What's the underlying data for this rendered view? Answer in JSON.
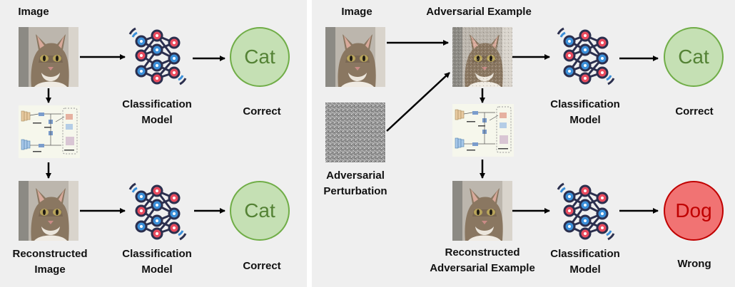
{
  "colors": {
    "panel_bg": "#efefef",
    "correct_fill": "#c5e0b4",
    "correct_stroke": "#70ad47",
    "correct_text": "#548235",
    "wrong_fill": "#f17373",
    "wrong_stroke": "#c00000",
    "wrong_text": "#c00000",
    "node_red": "#e94b5e",
    "node_blue": "#3b8fd9",
    "edge": "#2b2f4e"
  },
  "left": {
    "image_label": "Image",
    "model_top": [
      "Classification",
      "Model"
    ],
    "result_top": {
      "text": "Cat",
      "status": "Correct"
    },
    "recon_label": [
      "Reconstructed",
      "Image"
    ],
    "model_bottom": [
      "Classification",
      "Model"
    ],
    "result_bottom": {
      "text": "Cat",
      "status": "Correct"
    }
  },
  "right": {
    "image_label": "Image",
    "adv_label": "Adversarial Example",
    "perturb_label": [
      "Adversarial",
      "Perturbation"
    ],
    "model_top": [
      "Classification",
      "Model"
    ],
    "result_top": {
      "text": "Cat",
      "status": "Correct"
    },
    "recon_label": [
      "Reconstructed",
      "Adversarial Example"
    ],
    "model_bottom": [
      "Classification",
      "Model"
    ],
    "result_bottom": {
      "text": "Dog",
      "status": "Wrong"
    }
  },
  "icons": {
    "image": "cat-photo",
    "codec": "compression-codec-diagram",
    "noise": "noise-texture",
    "model": "neural-network-icon"
  }
}
